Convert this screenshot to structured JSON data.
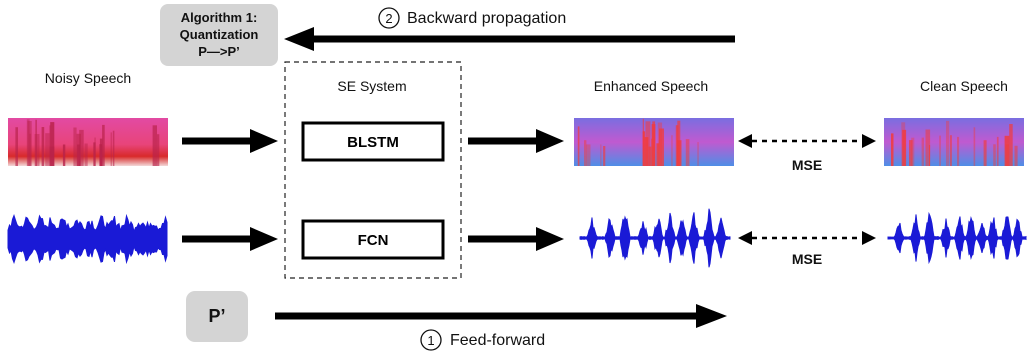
{
  "algorithm_box": {
    "line1": "Algorithm 1:",
    "line2": "Quantization",
    "line3": "P—>P’"
  },
  "backward": {
    "number": "2",
    "label": "Backward propagation"
  },
  "feedforward": {
    "number": "1",
    "label": "Feed-forward"
  },
  "labels": {
    "noisy": "Noisy Speech",
    "se_system": "SE System",
    "enhanced": "Enhanced Speech",
    "clean": "Clean Speech"
  },
  "modules": {
    "top": "BLSTM",
    "bottom": "FCN"
  },
  "mse": {
    "top": "MSE",
    "bottom": "MSE"
  },
  "p_prime": "P’",
  "colors": {
    "waveform": "#1a1ad6",
    "spectrogram_noisy_base": "#d63a8a",
    "spectrogram_enhanced_base": "#5a7fe0",
    "spectrogram_highlight": "#f23b3b",
    "badge_fill": "#d4d4d4"
  },
  "icons": {
    "noisy_spectrogram": "spectrogram-image",
    "noisy_waveform": "waveform-image",
    "enhanced_spectrogram": "spectrogram-image",
    "enhanced_waveform": "waveform-image",
    "clean_spectrogram": "spectrogram-image",
    "clean_waveform": "waveform-image"
  }
}
